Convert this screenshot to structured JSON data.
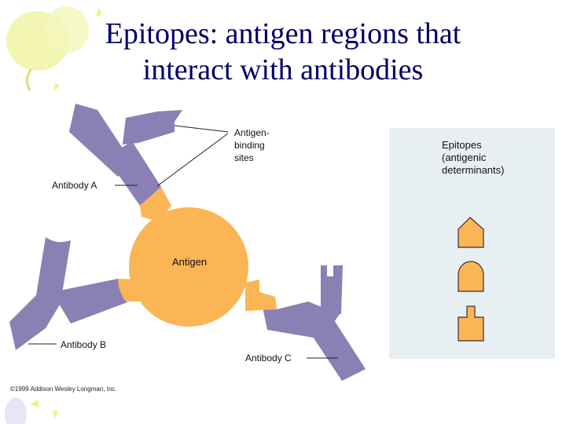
{
  "slide": {
    "title_line1": "Epitopes: antigen regions that",
    "title_line2": "interact with antibodies",
    "copyright": "©1999 Addison Wesley Longman, Inc."
  },
  "diagram": {
    "labels": {
      "antigen_binding_sites": [
        "Antigen-",
        "binding",
        "sites"
      ],
      "antibody_a": "Antibody A",
      "antibody_b": "Antibody B",
      "antibody_c": "Antibody C",
      "antigen": "Antigen"
    },
    "legend": {
      "title": [
        "Epitopes",
        "(antigenic",
        "determinants)"
      ]
    }
  },
  "colors": {
    "title": "#000066",
    "antibody": "#8a80b4",
    "antigen": "#fbb555",
    "antigen_outline": "#e39a33",
    "legend_panel": "#e8eff2",
    "decor_yellow": "#eef28a"
  }
}
